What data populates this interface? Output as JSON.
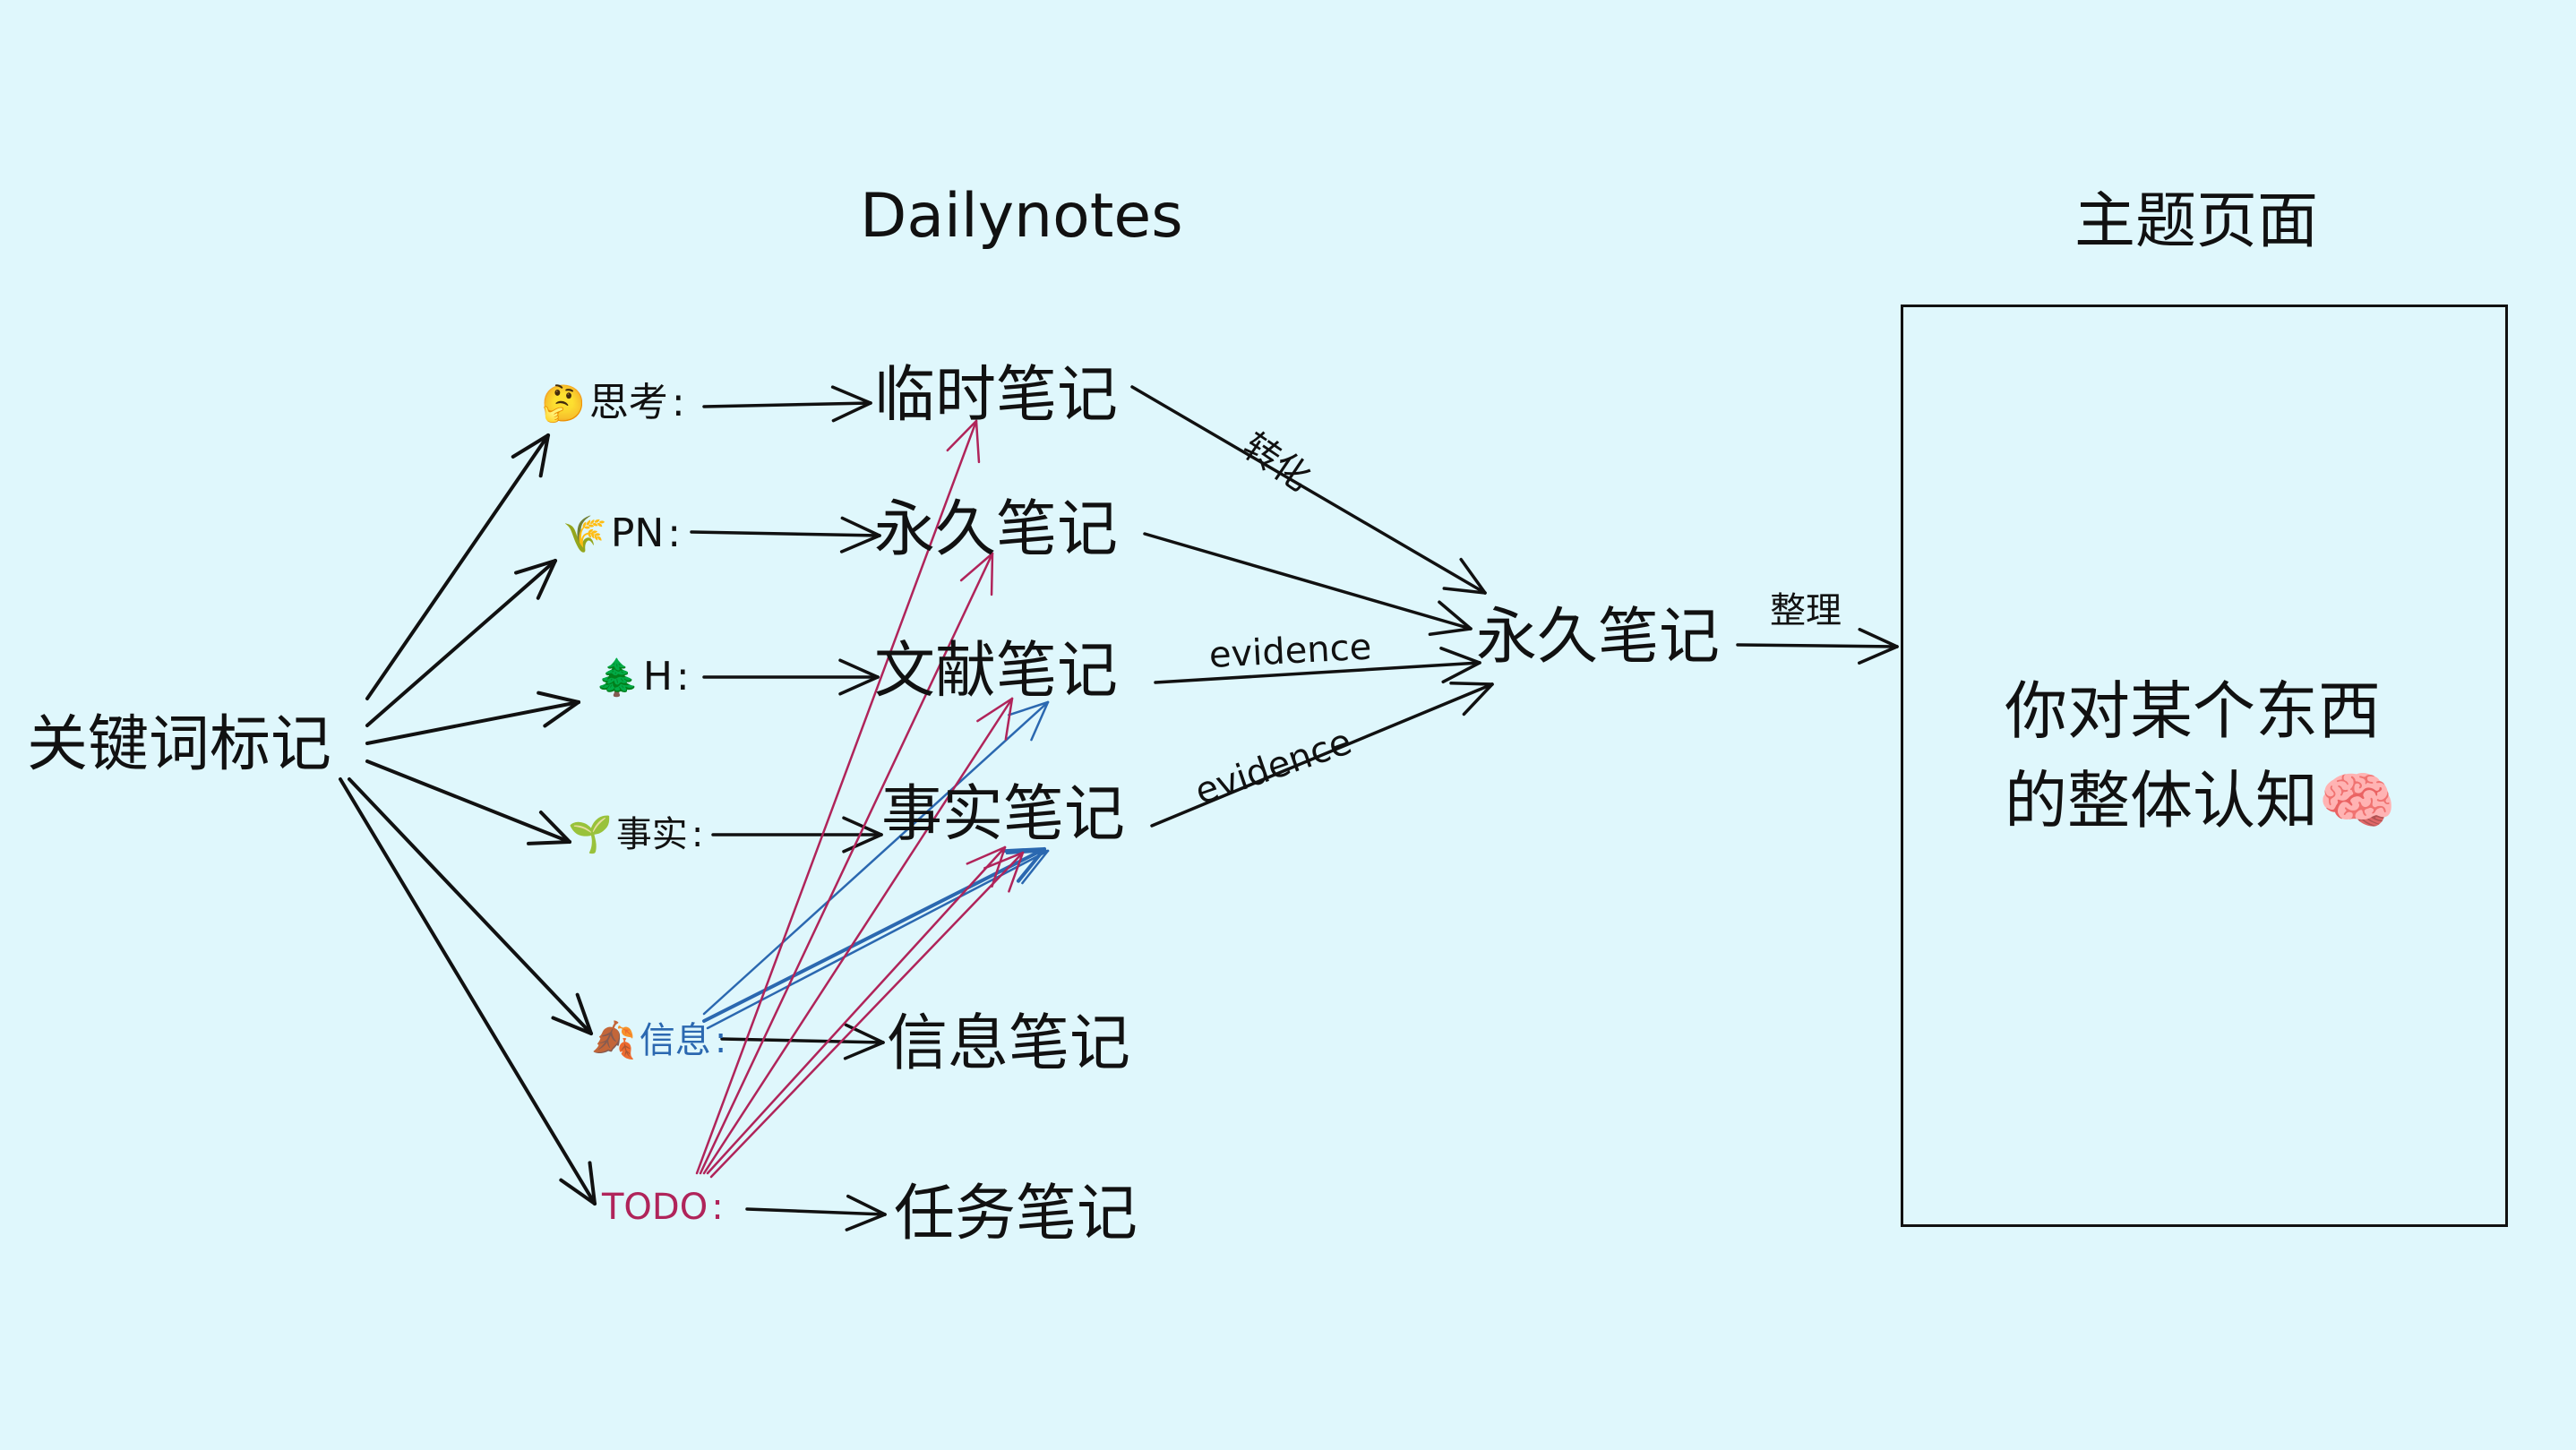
{
  "title": "Dailynotes",
  "topic_title": "主题页面",
  "root": "关键词标记",
  "colors": {
    "background": "#dff7fc",
    "ink": "#111111",
    "info_blue": "#2b68b0",
    "todo_crimson": "#b0245a"
  },
  "tags": [
    {
      "emoji": "🤔",
      "icon": "thinking-face-icon",
      "text": "思考",
      "sep": ":"
    },
    {
      "emoji": "🌾",
      "icon": "rice-sheaf-icon",
      "text": "PN",
      "sep": ":"
    },
    {
      "emoji": "🌲",
      "icon": "evergreen-tree-icon",
      "text": "H",
      "sep": ":"
    },
    {
      "emoji": "🌱",
      "icon": "seedling-icon",
      "text": "事实",
      "sep": ":"
    },
    {
      "emoji": "🍂",
      "icon": "fallen-leaf-icon",
      "text": "信息",
      "sep": ":"
    },
    {
      "emoji": "",
      "icon": "",
      "text": "TODO",
      "sep": ":"
    }
  ],
  "notes": [
    "临时笔记",
    "永久笔记",
    "文献笔记",
    "事实笔记",
    "信息笔记",
    "任务笔记"
  ],
  "edge_labels": {
    "transform": "转化",
    "evidence_1": "evidence",
    "evidence_2": "evidence",
    "organize": "整理"
  },
  "permanent": "永久笔记",
  "topic_body": [
    "你对某个东西",
    "的整体认知"
  ],
  "topic_emoji": "🧠",
  "topic_emoji_icon": "brain-icon"
}
